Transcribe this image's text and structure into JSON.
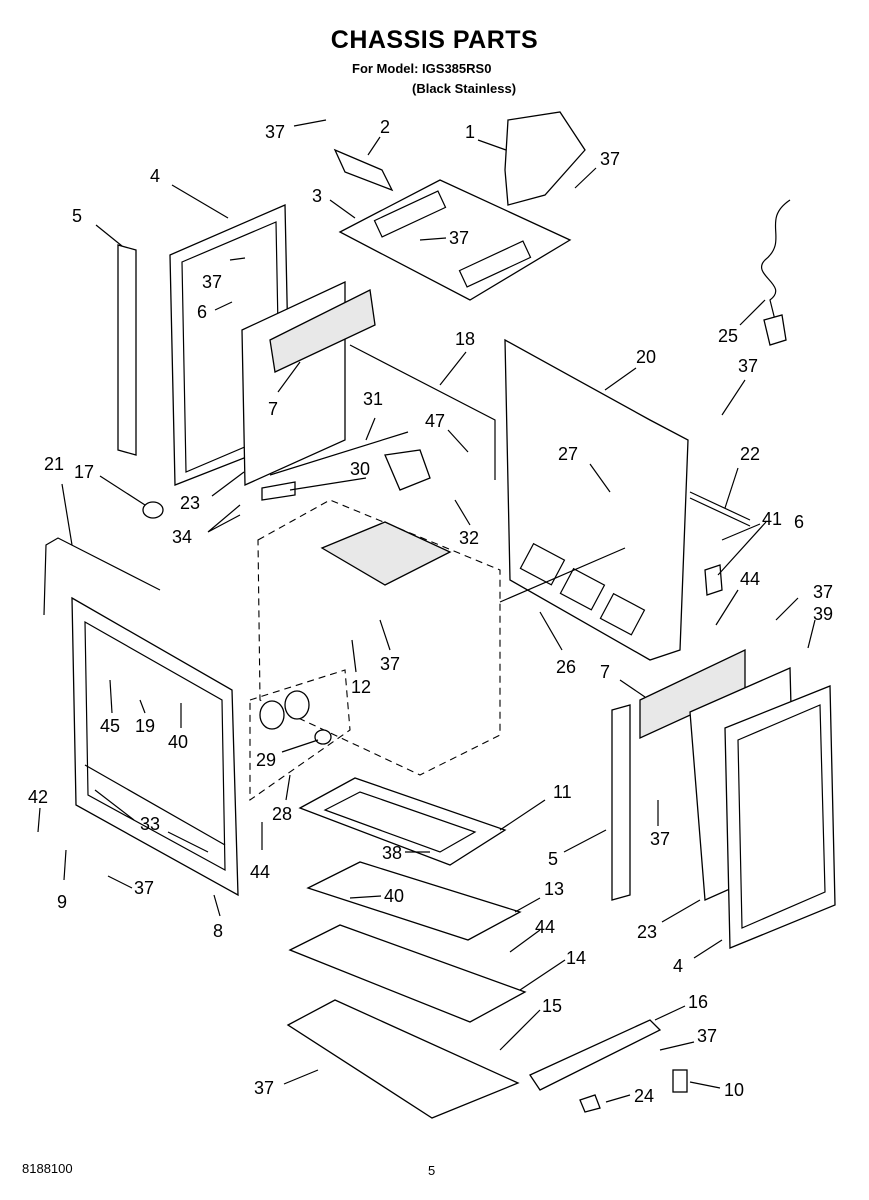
{
  "header": {
    "title": "CHASSIS PARTS",
    "model": "For Model: IGS385RS0",
    "variant": "(Black Stainless)"
  },
  "footer": {
    "doc_number": "8188100",
    "page_number": "5"
  },
  "callouts": [
    "37",
    "2",
    "1",
    "37",
    "4",
    "5",
    "3",
    "37",
    "6",
    "37",
    "7",
    "18",
    "20",
    "25",
    "37",
    "31",
    "47",
    "21",
    "17",
    "30",
    "27",
    "22",
    "23",
    "34",
    "32",
    "41",
    "6",
    "44",
    "37",
    "39",
    "37",
    "12",
    "7",
    "26",
    "45",
    "19",
    "40",
    "29",
    "42",
    "28",
    "33",
    "44",
    "11",
    "37",
    "38",
    "5",
    "9",
    "37",
    "8",
    "40",
    "13",
    "23",
    "44",
    "14",
    "4",
    "16",
    "15",
    "37",
    "37",
    "24",
    "10"
  ]
}
